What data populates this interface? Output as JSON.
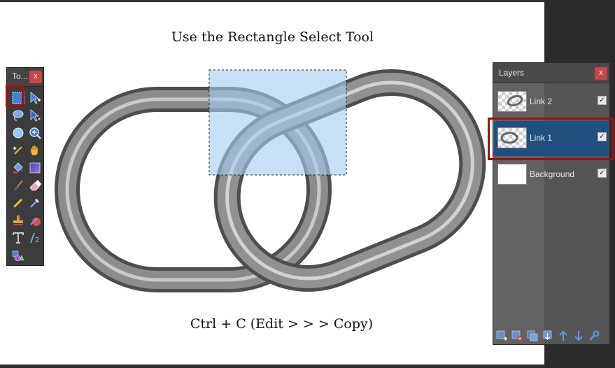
{
  "canvas": {
    "instruction_top": "Use the Rectangle Select Tool",
    "instruction_bottom": "Ctrl + C (Edit > > > Copy)"
  },
  "tools_panel": {
    "title": "To...",
    "close_label": "x",
    "tools": [
      {
        "name": "rectangle-select-icon",
        "selected": true
      },
      {
        "name": "move-selection-icon"
      },
      {
        "name": "lasso-select-icon"
      },
      {
        "name": "move-selected-icon"
      },
      {
        "name": "ellipse-select-icon"
      },
      {
        "name": "zoom-icon"
      },
      {
        "name": "magic-wand-icon"
      },
      {
        "name": "pan-hand-icon"
      },
      {
        "name": "paint-bucket-icon"
      },
      {
        "name": "gradient-icon"
      },
      {
        "name": "paintbrush-icon"
      },
      {
        "name": "eraser-icon"
      },
      {
        "name": "pencil-icon"
      },
      {
        "name": "color-picker-icon"
      },
      {
        "name": "clone-stamp-icon"
      },
      {
        "name": "recolor-icon"
      },
      {
        "name": "text-icon"
      },
      {
        "name": "line-curve-icon"
      },
      {
        "name": "shapes-icon"
      }
    ]
  },
  "layers_panel": {
    "title": "Layers",
    "close_label": "x",
    "layers": [
      {
        "name": "Link 2",
        "visible": true,
        "selected": false
      },
      {
        "name": "Link 1",
        "visible": true,
        "selected": true
      },
      {
        "name": "Background",
        "visible": true,
        "selected": false
      }
    ],
    "check_mark": "✓",
    "footer_buttons": [
      "add-layer-icon",
      "delete-layer-icon",
      "duplicate-layer-icon",
      "merge-layer-down-icon",
      "move-layer-up-icon",
      "move-layer-down-icon",
      "layer-properties-icon"
    ]
  },
  "colors": {
    "selection_fill": "#a6cdee",
    "selected_layer": "#1f5080",
    "highlight_box": "#a01010",
    "close_button": "#c8454a"
  }
}
